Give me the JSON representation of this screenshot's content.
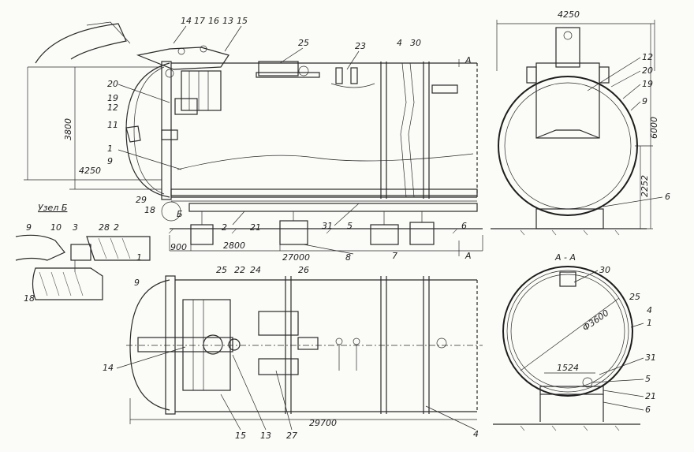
{
  "drawing": {
    "node_title": "Узел Б",
    "section_title": "А - А",
    "section_marks": [
      "А",
      "А"
    ],
    "dimensions": {
      "end_view_width": "4250",
      "side_height": "3800",
      "side_width": "4250",
      "end_height": "6000",
      "end_axis_height": "2252",
      "support_offset": "900",
      "support_spacing": "2800",
      "body_length": "27000",
      "total_length": "29700",
      "inner_diameter": "Ф3600",
      "rail_gauge": "1524"
    },
    "side_view_labels": [
      "14",
      "17",
      "16",
      "13",
      "15",
      "25",
      "23",
      "4",
      "30",
      "20",
      "19",
      "12",
      "11",
      "1",
      "9",
      "29",
      "18",
      "Б",
      "2",
      "21",
      "31",
      "5",
      "6",
      "8",
      "7"
    ],
    "node_labels": [
      "9",
      "10",
      "3",
      "28",
      "2",
      "1",
      "18"
    ],
    "plan_view_labels": [
      "9",
      "25",
      "22",
      "24",
      "26",
      "14",
      "15",
      "13",
      "27",
      "4"
    ],
    "end_view_labels": [
      "12",
      "20",
      "19",
      "9",
      "6"
    ],
    "section_labels": [
      "30",
      "25",
      "4",
      "1",
      "31",
      "5",
      "21",
      "6"
    ]
  }
}
